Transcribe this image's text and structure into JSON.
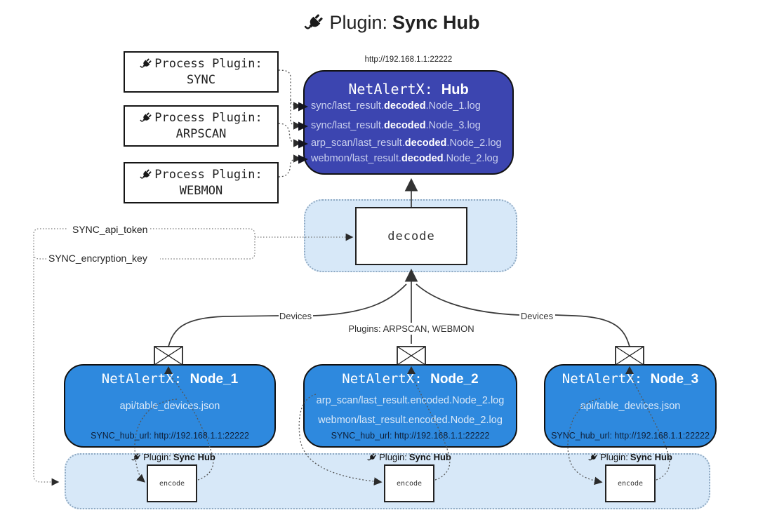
{
  "title": {
    "prefix": "Plugin:",
    "name": "Sync Hub"
  },
  "hub": {
    "url": "http://192.168.1.1:22222",
    "app": "NetAlertX: ",
    "name": "Hub",
    "logs": [
      {
        "pre": "sync/last_result.",
        "bold": "decoded",
        "post": ".Node_1.log"
      },
      {
        "pre": "sync/last_result.",
        "bold": "decoded",
        "post": ".Node_3.log"
      },
      {
        "pre": "arp_scan/last_result.",
        "bold": "decoded",
        "post": ".Node_2.log"
      },
      {
        "pre": "webmon/last_result.",
        "bold": "decoded",
        "post": ".Node_2.log"
      }
    ]
  },
  "process_plugins": [
    {
      "label": "Process Plugin:",
      "name": "SYNC"
    },
    {
      "label": "Process Plugin:",
      "name": "ARPSCAN"
    },
    {
      "label": "Process Plugin:",
      "name": "WEBMON"
    }
  ],
  "keys": {
    "api_token": "SYNC_api_token",
    "encryption_key": "SYNC_encryption_key"
  },
  "decode": {
    "label": "decode"
  },
  "edges": {
    "devices_left": "Devices",
    "devices_right": "Devices",
    "plugins_caption": "Plugins: ARPSCAN, WEBMON"
  },
  "nodes": [
    {
      "app": "NetAlertX: ",
      "name": "Node_1",
      "files": [
        "api/table_devices.json"
      ],
      "hub_url": "SYNC_hub_url: http://192.168.1.1:22222"
    },
    {
      "app": "NetAlertX: ",
      "name": "Node_2",
      "files": [
        "arp_scan/last_result.encoded.Node_2.log",
        "webmon/last_result.encoded.Node_2.log"
      ],
      "hub_url": "SYNC_hub_url: http://192.168.1.1:22222"
    },
    {
      "app": "NetAlertX: ",
      "name": "Node_3",
      "files": [
        "api/table_devices.json"
      ],
      "hub_url": "SYNC_hub_url: http://192.168.1.1:22222"
    }
  ],
  "encode_band": {
    "plugin_label": "Plugin:",
    "plugin_name": "Sync Hub",
    "encode_label": "encode"
  },
  "icons": {
    "plug_icon": "🔌",
    "envelope_icon": "✉"
  },
  "colors": {
    "hub": "#3C45B0",
    "node": "#2E89DE",
    "band": "#D7E8F8",
    "band-border": "#8FA9C2",
    "hub-dim": "#C9CFEE",
    "node-dim": "#D9E8F8"
  }
}
